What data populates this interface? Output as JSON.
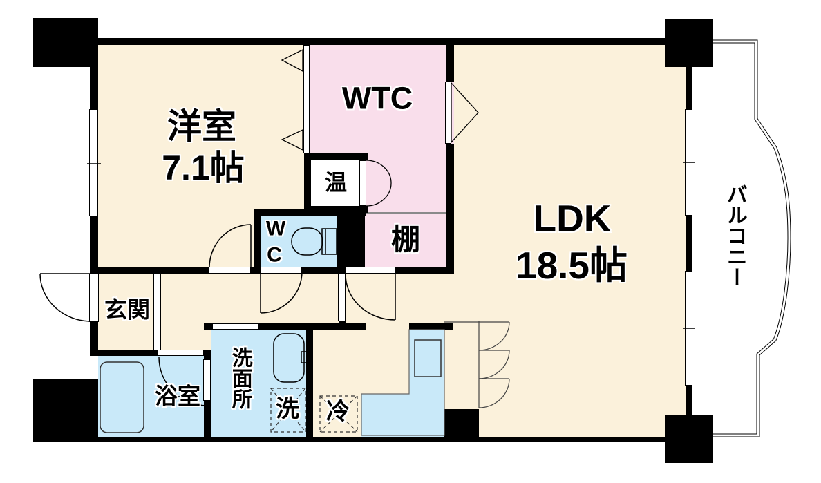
{
  "rooms": {
    "western_room": {
      "name": "洋室",
      "size": "7.1帖"
    },
    "wtc": {
      "name": "WTC"
    },
    "ldk": {
      "name": "LDK",
      "size": "18.5帖"
    },
    "balcony": {
      "name": "バルコニー"
    },
    "entrance": {
      "name": "玄関"
    },
    "bathroom": {
      "name": "浴室"
    },
    "washroom": {
      "name": "洗面所"
    },
    "toilet": {
      "line1": "W",
      "line2": "C"
    },
    "shelf": {
      "name": "棚"
    },
    "water_heater": {
      "name": "温"
    }
  },
  "fixtures": {
    "washing_machine": "洗",
    "refrigerator": "冷"
  },
  "colors": {
    "floor_cream": "#FBF1DB",
    "closet_pink": "#F9DEEB",
    "wet_area_blue": "#C9E9F9",
    "wall_black": "#000000"
  }
}
